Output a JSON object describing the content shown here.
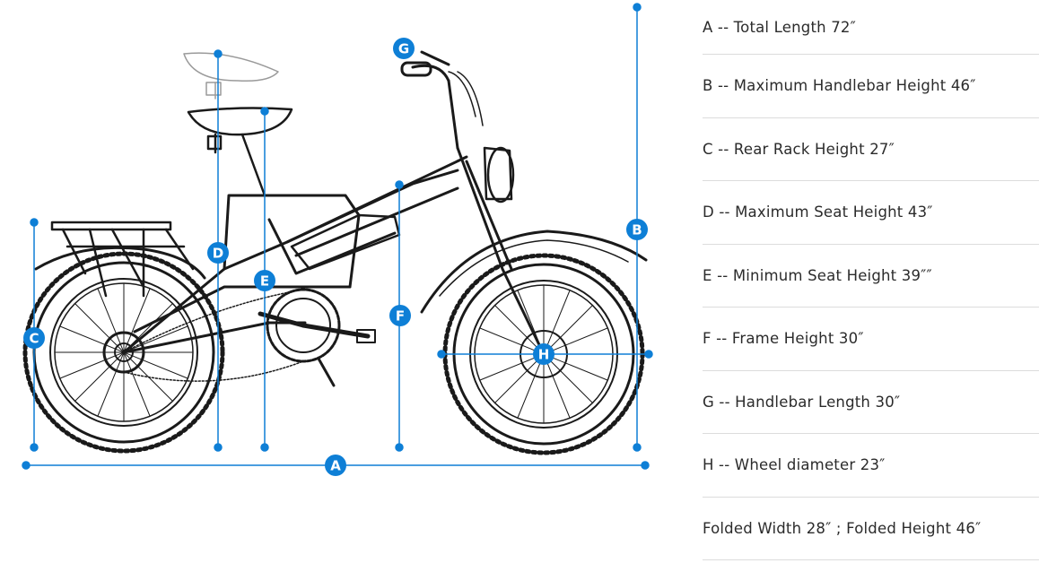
{
  "accent_color": "#0e7fd6",
  "diagram": {
    "subject": "folding fat-tire electric bike line drawing",
    "markers": [
      "A",
      "B",
      "C",
      "D",
      "E",
      "F",
      "G",
      "H"
    ]
  },
  "specs": [
    "A -- Total Length 72″",
    "B -- Maximum Handlebar Height 46″",
    "C -- Rear Rack Height 27″",
    "D -- Maximum Seat Height 43″",
    "E -- Minimum Seat Height 39″″",
    "F -- Frame Height 30″",
    "G -- Handlebar Length 30″",
    "H -- Wheel diameter 23″",
    "Folded Width 28″ ; Folded Height 46″"
  ]
}
